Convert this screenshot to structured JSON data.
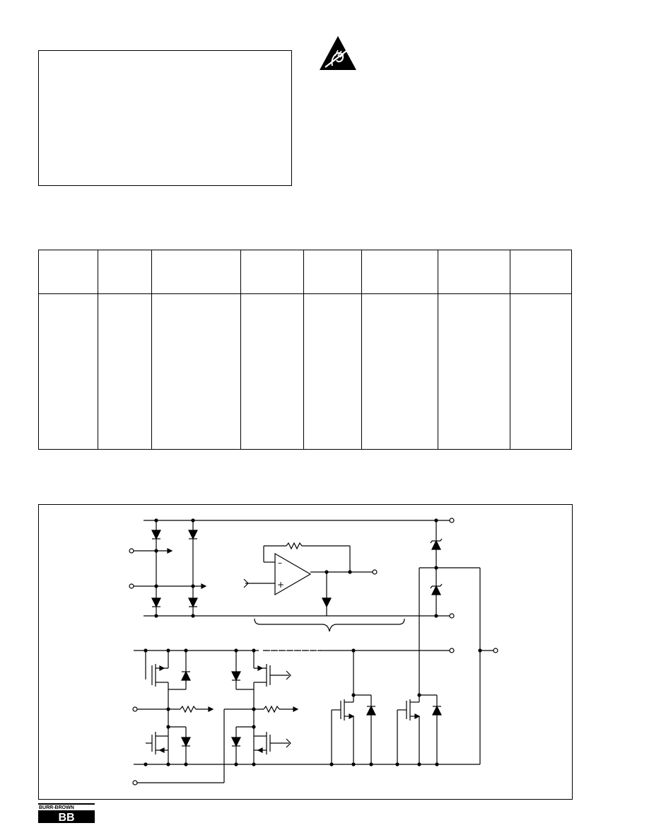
{
  "page": {
    "logo_text": "BURR-BROWN",
    "logo_mark": "BB"
  },
  "esd_icon": "esd-warning-icon",
  "ordering_table": {
    "column_count": 8
  },
  "schematic": {
    "figure": "equivalent-circuit-schematic"
  }
}
